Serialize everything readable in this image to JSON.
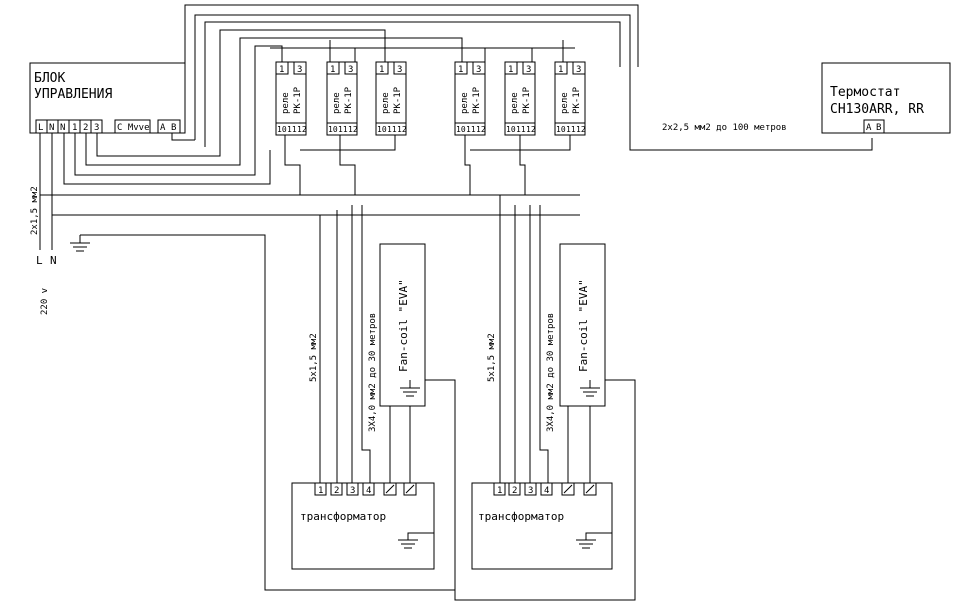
{
  "control_unit": {
    "title_line1": "БЛОК",
    "title_line2": "УПРАВЛЕНИЯ",
    "terminals": [
      "L",
      "N",
      "N",
      "1",
      "2",
      "3"
    ],
    "cmd_label": "C Mvve",
    "bus_terminals": [
      "A",
      "B"
    ]
  },
  "relays": [
    {
      "line1": "реле",
      "line2": "PK-1P",
      "top": [
        "1",
        "3"
      ],
      "bottom": [
        "10",
        "11",
        "12"
      ]
    },
    {
      "line1": "реле",
      "line2": "PK-1P",
      "top": [
        "1",
        "3"
      ],
      "bottom": [
        "10",
        "11",
        "12"
      ]
    },
    {
      "line1": "реле",
      "line2": "PK-1P",
      "top": [
        "1",
        "3"
      ],
      "bottom": [
        "10",
        "11",
        "12"
      ]
    },
    {
      "line1": "реле",
      "line2": "PK-1P",
      "top": [
        "1",
        "3"
      ],
      "bottom": [
        "10",
        "11",
        "12"
      ]
    },
    {
      "line1": "реле",
      "line2": "PK-1P",
      "top": [
        "1",
        "3"
      ],
      "bottom": [
        "10",
        "11",
        "12"
      ]
    },
    {
      "line1": "реле",
      "line2": "PK-1P",
      "top": [
        "1",
        "3"
      ],
      "bottom": [
        "10",
        "11",
        "12"
      ]
    }
  ],
  "thermostat": {
    "title_line1": "Термостат",
    "title_line2": "CH130ARR, RR",
    "terminals": [
      "A",
      "B"
    ]
  },
  "thermostat_cable": "2х2,5 мм2 до 100 метров",
  "power": {
    "cable": "2х1,5 мм2",
    "L": "L",
    "N": "N",
    "voltage": "220 v"
  },
  "branches": [
    {
      "cable_5": "5х1,5 мм2",
      "cable_3": "3Х4,0 мм2 до 30 метров",
      "fancoil": "Fan-coil \"EVA\"",
      "transformer": "трансформатор",
      "terminals": [
        "1",
        "2",
        "3",
        "4"
      ]
    },
    {
      "cable_5": "5х1,5 мм2",
      "cable_3": "3Х4,0 мм2 до 30 метров",
      "fancoil": "Fan-coil \"EVA\"",
      "transformer": "трансформатор",
      "terminals": [
        "1",
        "2",
        "3",
        "4"
      ]
    }
  ]
}
